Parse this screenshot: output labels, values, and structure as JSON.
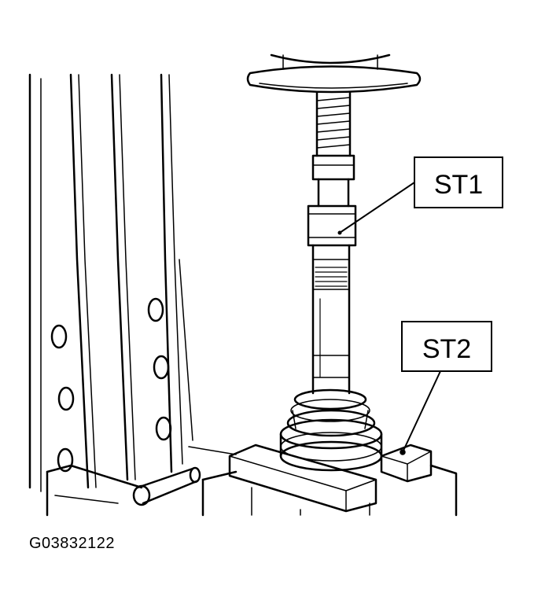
{
  "callouts": [
    {
      "id": "st1",
      "label": "ST1"
    },
    {
      "id": "st2",
      "label": "ST2"
    }
  ],
  "figure_code": "G03832122",
  "colors": {
    "line": "#000000",
    "fill": "#ffffff"
  }
}
